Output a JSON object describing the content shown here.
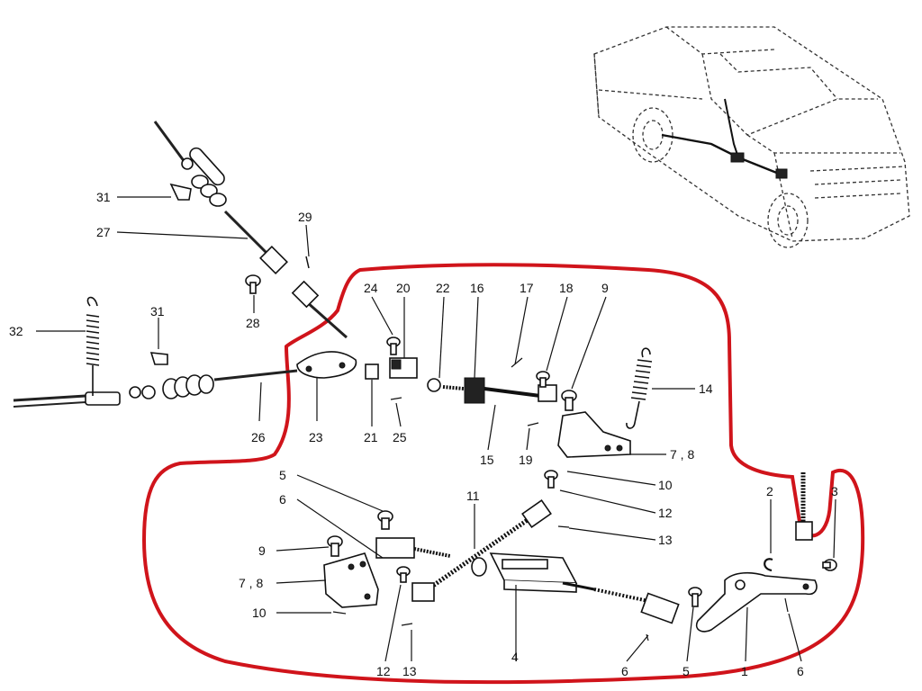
{
  "diagram": {
    "outline_color": "#d0141b",
    "labels": {
      "p1": "1",
      "p2": "2",
      "p3": "3",
      "p4": "4",
      "p5a": "5",
      "p5b": "5",
      "p6a": "6",
      "p6b": "6",
      "p6c": "6",
      "p78a": "7 , 8",
      "p78b": "7 , 8",
      "p9a": "9",
      "p9b": "9",
      "p10a": "10",
      "p10b": "10",
      "p11": "11",
      "p12a": "12",
      "p12b": "12",
      "p13a": "13",
      "p13b": "13",
      "p14": "14",
      "p15": "15",
      "p16": "16",
      "p17": "17",
      "p18": "18",
      "p19": "19",
      "p20": "20",
      "p21": "21",
      "p22": "22",
      "p23": "23",
      "p24": "24",
      "p25": "25",
      "p26": "26",
      "p27": "27",
      "p28": "28",
      "p29": "29",
      "p31a": "31",
      "p31b": "31",
      "p32": "32"
    }
  }
}
